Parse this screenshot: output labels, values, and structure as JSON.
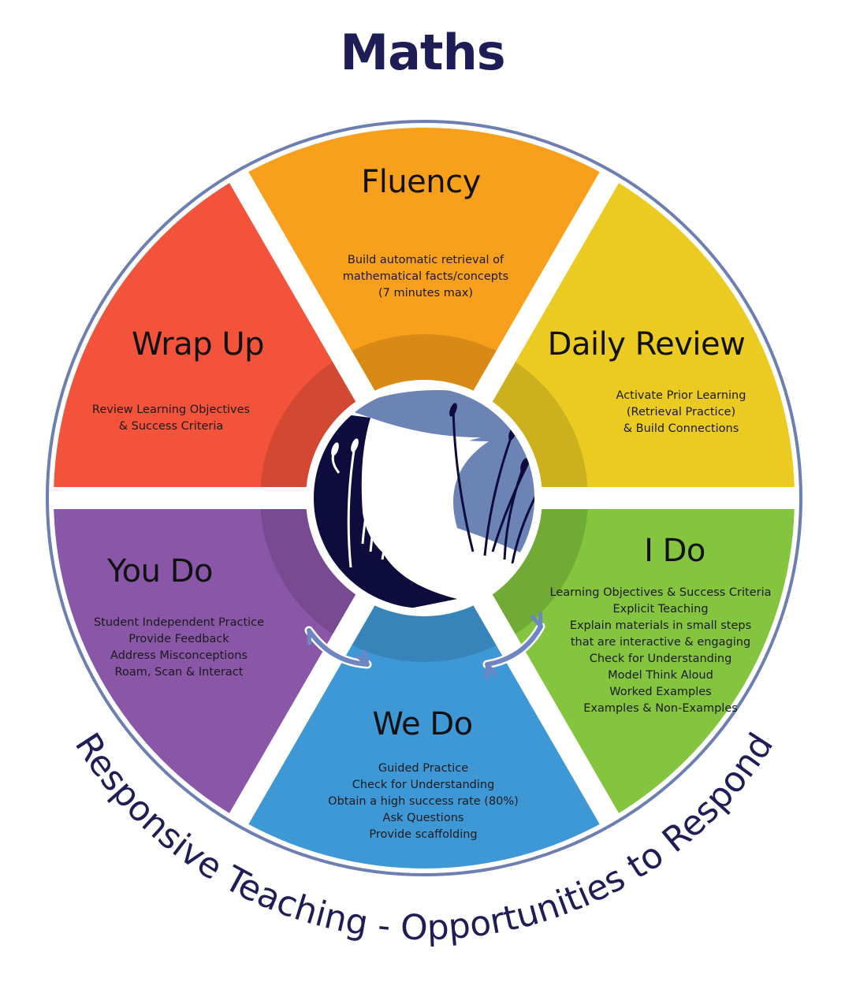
{
  "title": "Maths",
  "footer_text": "Responsive Teaching - Opportunities to Respond",
  "colors": {
    "title": "#1f1d56",
    "ring": "#6d7fb0",
    "logo_dark": "#0e0c3d",
    "logo_light": "#6b83b5",
    "arrow": "#6d86c2"
  },
  "segments": [
    {
      "key": "fluency",
      "title": "Fluency",
      "color": "#f89f1b",
      "lines": [
        "Build automatic retrieval of",
        "mathematical facts/concepts",
        "(7 minutes max)"
      ]
    },
    {
      "key": "daily-review",
      "title": "Daily Review",
      "color": "#ebcb22",
      "lines": [
        "Activate Prior Learning",
        "(Retrieval Practice)",
        "& Build Connections"
      ]
    },
    {
      "key": "i-do",
      "title": "I Do",
      "color": "#84c43f",
      "lines": [
        "Learning Objectives & Success Criteria",
        "Explicit Teaching",
        "Explain materials in small steps",
        "that are interactive & engaging",
        "Check for Understanding",
        "Model Think Aloud",
        "Worked Examples",
        "Examples & Non-Examples"
      ]
    },
    {
      "key": "we-do",
      "title": "We Do",
      "color": "#3f98d6",
      "lines": [
        "Guided Practice",
        "Check for Understanding",
        "Obtain a high success rate (80%)",
        "Ask Questions",
        "Provide scaffolding"
      ]
    },
    {
      "key": "you-do",
      "title": "You Do",
      "color": "#8a56a8",
      "lines": [
        "Student Independent Practice",
        "Provide Feedback",
        "Address Misconceptions",
        "Roam, Scan & Interact"
      ]
    },
    {
      "key": "wrap-up",
      "title": "Wrap Up",
      "color": "#f2533a",
      "lines": [
        "Review Learning Objectives",
        "& Success Criteria"
      ]
    }
  ]
}
